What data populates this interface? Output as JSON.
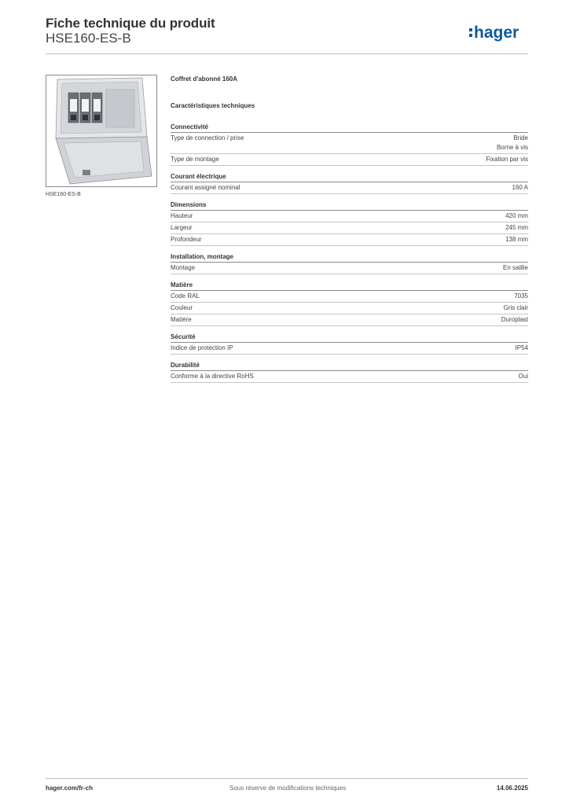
{
  "header": {
    "title": "Fiche technique du produit",
    "subtitle": "HSE160-ES-B",
    "logo_text": "hager",
    "brand_color": "#0a5aa0"
  },
  "product": {
    "image_caption": "HSE160-ES-B",
    "name": "Coffret d'abonné 160A",
    "spec_heading": "Caractéristiques techniques"
  },
  "sections": [
    {
      "title": "Connectivité",
      "rows": [
        {
          "label": "Type de connection / prise",
          "values": [
            "Bride",
            "Borne à vis"
          ]
        },
        {
          "label": "Type de montage",
          "values": [
            "Fixation par vis"
          ]
        }
      ]
    },
    {
      "title": "Courant électrique",
      "rows": [
        {
          "label": "Courant assigné nominal",
          "values": [
            "160 A"
          ]
        }
      ]
    },
    {
      "title": "Dimensions",
      "rows": [
        {
          "label": "Hauteur",
          "values": [
            "420 mm"
          ]
        },
        {
          "label": "Largeur",
          "values": [
            "245 mm"
          ]
        },
        {
          "label": "Profondeur",
          "values": [
            "138 mm"
          ]
        }
      ]
    },
    {
      "title": "Installation, montage",
      "rows": [
        {
          "label": "Montage",
          "values": [
            "En saillie"
          ]
        }
      ]
    },
    {
      "title": "Matière",
      "rows": [
        {
          "label": "Code RAL",
          "values": [
            "7035"
          ]
        },
        {
          "label": "Couleur",
          "values": [
            "Gris clair"
          ]
        },
        {
          "label": "Matière",
          "values": [
            "Duroplast"
          ]
        }
      ]
    },
    {
      "title": "Sécurité",
      "rows": [
        {
          "label": "Indice de protection IP",
          "values": [
            "IP54"
          ]
        }
      ]
    },
    {
      "title": "Durabilité",
      "rows": [
        {
          "label": "Conforme à la directive RoHS",
          "values": [
            "Oui"
          ]
        }
      ]
    }
  ],
  "footer": {
    "website": "hager.com/fr-ch",
    "notice": "Sous réserve de modifications techniques",
    "date": "14.06.2025"
  }
}
